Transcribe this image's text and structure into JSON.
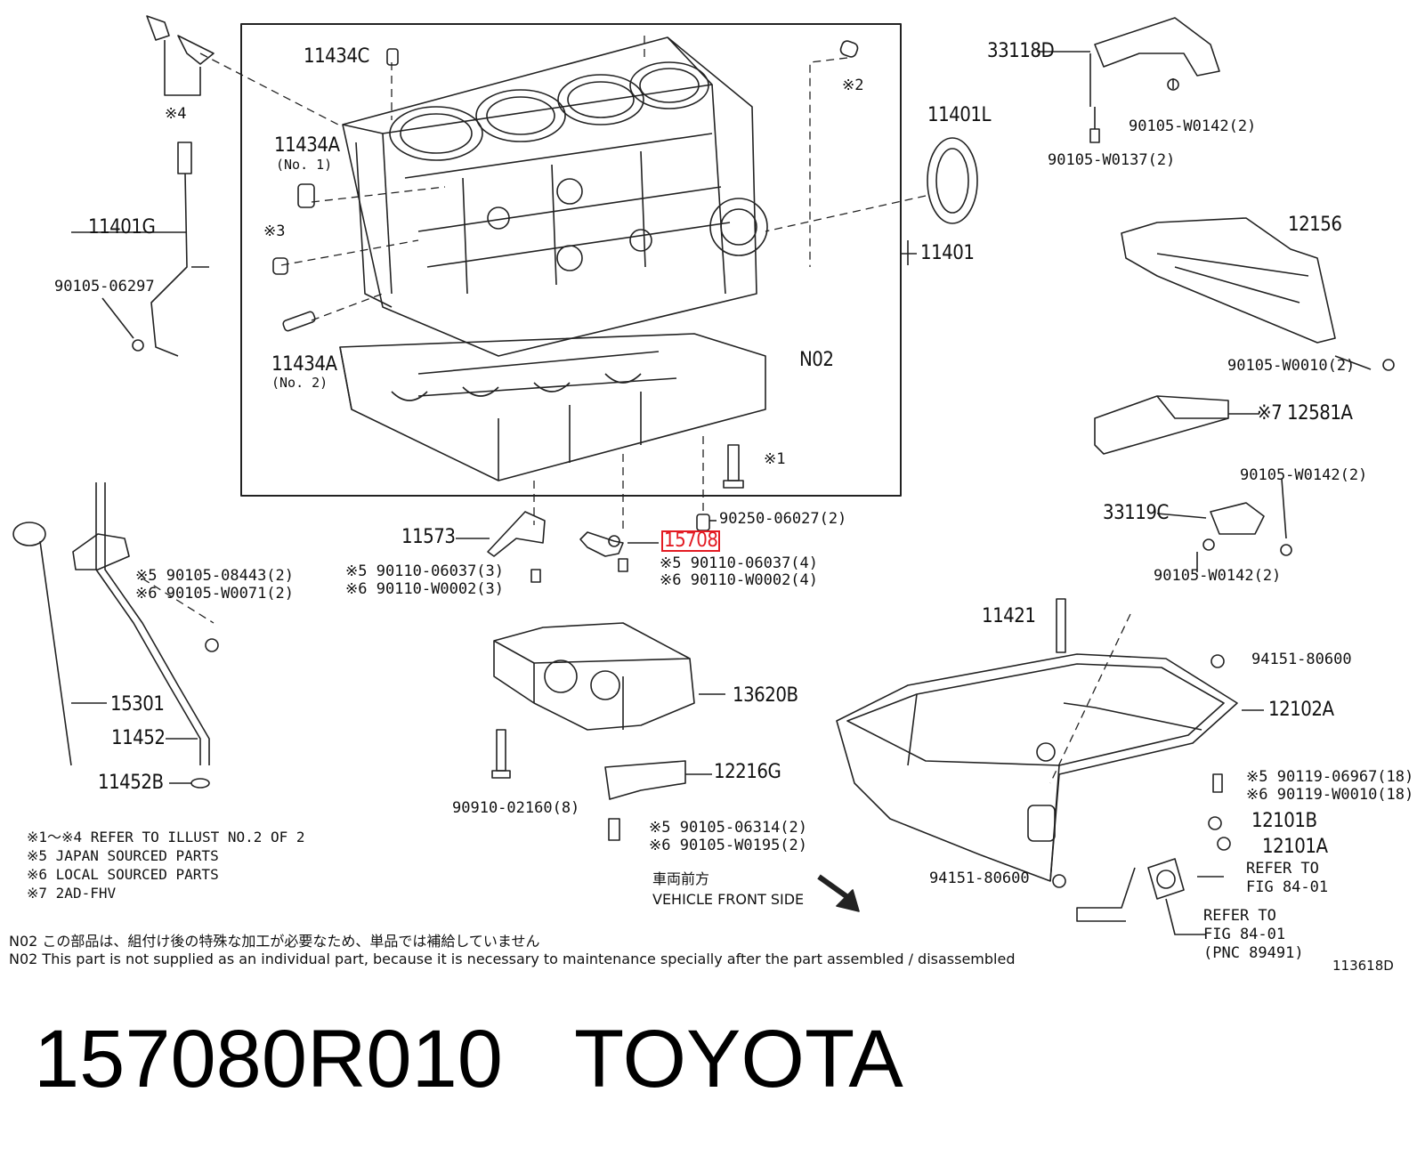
{
  "labels": {
    "p11434C": "11434C",
    "r2": "※2",
    "p33118D": "33118D",
    "p90105W0142_top": "90105-W0142(2)",
    "p90105W0137": "90105-W0137(2)",
    "r4": "※4",
    "p11434A_1": "11434A",
    "p11434A_1_sub": "(No. 1)",
    "r3": "※3",
    "p11401L": "11401L",
    "p11401G": "11401G",
    "p11401": "11401",
    "p12156": "12156",
    "p90105_06297": "90105-06297",
    "p11434A_2": "11434A",
    "p11434A_2_sub": "(No. 2)",
    "pN02": "N02",
    "p90105W0010": "90105-W0010(2)",
    "p12581A": "※7 12581A",
    "r1": "※1",
    "p90105W0142_mid": "90105-W0142(2)",
    "p33119C": "33119C",
    "p11573": "11573",
    "p15708": "15708",
    "p90250": "90250-06027(2)",
    "p90105W0142_low": "90105-W0142(2)",
    "l_a1": "※5 90110-06037(3)",
    "l_a2": "※6 90110-W0002(3)",
    "l_b1": "※5 90110-06037(4)",
    "l_b2": "※6 90110-W0002(4)",
    "l_c1": "※5 90105-08443(2)",
    "l_c2": "※6 90105-W0071(2)",
    "p11421": "11421",
    "p94151_top": "94151-80600",
    "p15301": "15301",
    "p13620B": "13620B",
    "p12102A": "12102A",
    "p11452": "11452",
    "p12216G": "12216G",
    "p11452B": "11452B",
    "l_d1": "※5 90119-06967(18)",
    "l_d2": "※6 90119-W0010(18)",
    "p90910": "90910-02160(8)",
    "p12101B": "12101B",
    "p12101A": "12101A",
    "l_e1": "※5 90105-06314(2)",
    "l_e2": "※6 90105-W0195(2)",
    "p94151_bot": "94151-80600",
    "ref1a": "REFER TO",
    "ref1b": "FIG 84-01",
    "ref2a": "REFER TO",
    "ref2b": "FIG 84-01",
    "ref2c": "(PNC 89491)"
  },
  "notes": [
    "※1～※4 REFER TO ILLUST NO.2 OF 2",
    "※5 JAPAN SOURCED PARTS",
    "※6 LOCAL SOURCED PARTS",
    "※7 2AD-FHV"
  ],
  "front": {
    "jp": "車両前方",
    "en": "VEHICLE FRONT SIDE"
  },
  "n02_notes": [
    "N02  この部品は、組付け後の特殊な加工が必要なため、単品では補給していません",
    "N02  This part is not supplied as an individual part, because it is necessary to maintenance specially after the part assembled / disassembled"
  ],
  "illustration_no": "113618D",
  "caption": {
    "part_number": "157080R010",
    "brand": "TOYOTA"
  },
  "colors": {
    "highlight": "#e31b23",
    "line": "#222222"
  }
}
